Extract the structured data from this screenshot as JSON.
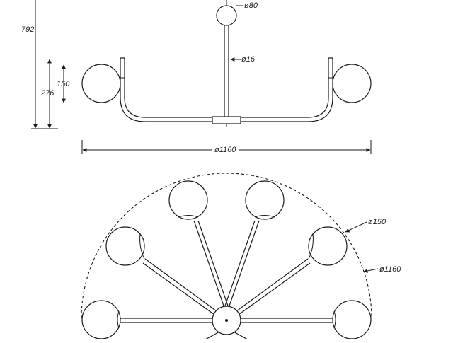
{
  "side_view": {
    "dim_height_total": "792",
    "dim_height_lower": "276",
    "dim_globe_height": "150",
    "dim_top_globe": "ø80",
    "dim_rod": "ø16",
    "dim_width": "ø1160"
  },
  "top_view": {
    "dim_globe": "ø150",
    "dim_outer": "ø1160"
  }
}
